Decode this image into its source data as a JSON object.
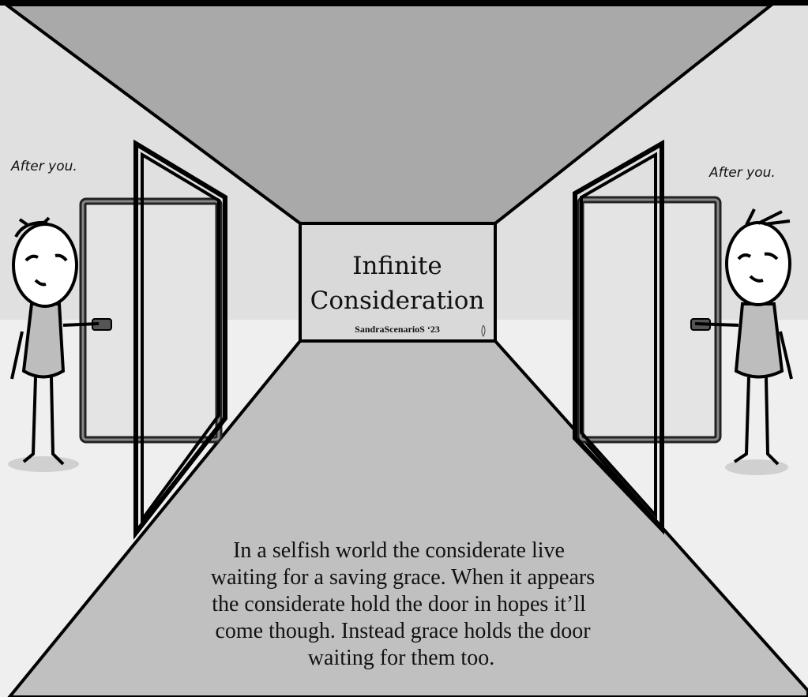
{
  "sign": {
    "title_line1": "Infinite",
    "title_line2": "Consideration",
    "credit": "SandraScenarioS ‘23"
  },
  "speech": {
    "left": "After you.",
    "right": "After you."
  },
  "caption": {
    "lines": [
      "In a selfish world the considerate live",
      "waiting for a saving grace. When it appears",
      "the considerate hold the door in hopes it’ll",
      "come though. Instead grace holds the door",
      "waiting for them too."
    ]
  },
  "colors": {
    "ceiling": "#a9a9a9",
    "wall_upper": "#e0e0e0",
    "wall_lower": "#efefef",
    "back_wall": "#d9d9d9",
    "floor": "#c0c0c0",
    "ink": "#000000"
  }
}
